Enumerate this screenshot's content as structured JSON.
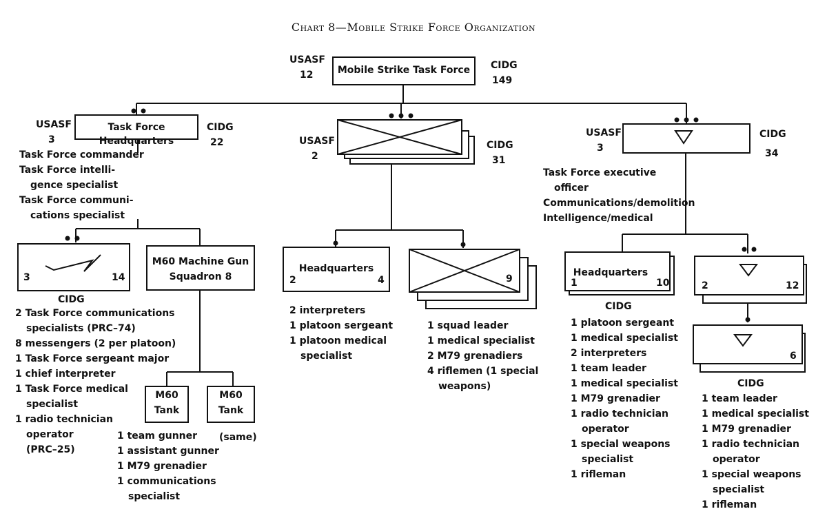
{
  "title": {
    "prefix": "Chart 8—",
    "main": "Mobile Strike Force Organization"
  },
  "top": {
    "label": "Mobile Strike Task Force",
    "usasf": "USASF",
    "usasf_n": "12",
    "cidg": "CIDG",
    "cidg_n": "149"
  },
  "hq": {
    "label": "Task Force Headquarters",
    "usasf": "USASF",
    "usasf_n": "3",
    "cidg": "CIDG",
    "cidg_n": "22",
    "duties": [
      "Task Force commander",
      "Task Force intelli-",
      "gence specialist",
      "Task Force communi-",
      "cations specialist"
    ]
  },
  "comm": {
    "left_n": "3",
    "right_n": "14",
    "cidg": "CIDG",
    "duties": [
      "2 Task Force communications",
      "specialists (PRC–74)",
      "8 messengers (2 per platoon)",
      "1 Task Force sergeant major",
      "1 chief interpreter",
      "1 Task Force medical",
      "specialist",
      "1 radio technician",
      "operator",
      "(PRC–25)"
    ]
  },
  "mg": {
    "label1": "M60 Machine Gun",
    "label2": "Squadron 8",
    "tank1_a": "M60",
    "tank1_b": "Tank",
    "tank2_a": "M60",
    "tank2_b": "Tank",
    "duties": [
      "1 team gunner",
      "1 assistant gunner",
      "1 M79 grenadier",
      "1 communications",
      "specialist"
    ],
    "same": "(same)"
  },
  "company": {
    "usasf": "USASF",
    "usasf_n": "2",
    "cidg": "CIDG",
    "cidg_n": "31"
  },
  "co_hq": {
    "label": "Headquarters",
    "left_n": "2",
    "right_n": "4",
    "duties": [
      "2 interpreters",
      "1 platoon sergeant",
      "1 platoon medical",
      "specialist"
    ]
  },
  "platoon": {
    "right_n": "9",
    "duties": [
      "1 squad leader",
      "1 medical specialist",
      "2 M79 grenadiers",
      "4 riflemen (1 special",
      "weapons)"
    ]
  },
  "recon": {
    "usasf": "USASF",
    "usasf_n": "3",
    "cidg": "CIDG",
    "cidg_n": "34",
    "duties": [
      "Task Force executive",
      "officer",
      "Communications/demolition",
      "Intelligence/medical"
    ]
  },
  "rc_hq": {
    "label": "Headquarters",
    "left_n": "1",
    "right_n": "10",
    "cidg": "CIDG",
    "duties": [
      "1 platoon sergeant",
      "1 medical specialist",
      "2 interpreters",
      "1 team leader",
      "1 medical specialist",
      "1 M79 grenadier",
      "1 radio technician",
      "operator",
      "1 special weapons",
      "specialist",
      "1 rifleman"
    ]
  },
  "rc_plt": {
    "left_n": "2",
    "right_n": "12"
  },
  "rc_sq": {
    "right_n": "6",
    "cidg": "CIDG",
    "duties": [
      "1 team leader",
      "1 medical specialist",
      "1 M79 grenadier",
      "1 radio technician",
      "operator",
      "1 special weapons",
      "specialist",
      "1 rifleman"
    ]
  }
}
